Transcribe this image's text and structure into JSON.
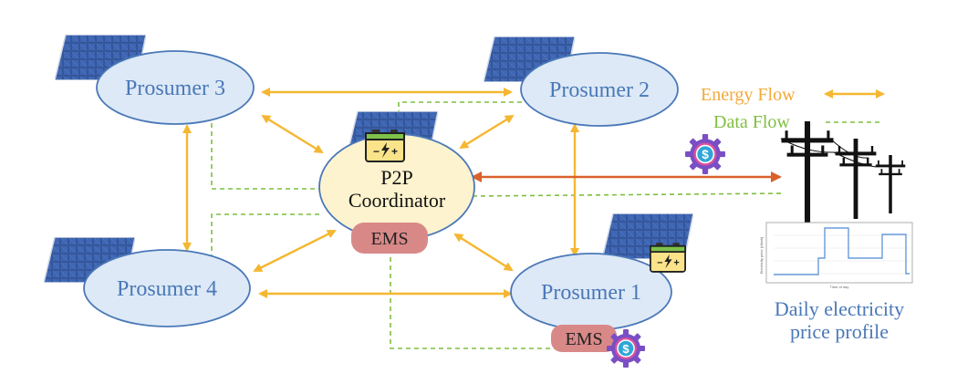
{
  "nodes": {
    "prosumer1": "Prosumer 1",
    "prosumer2": "Prosumer 2",
    "prosumer3": "Prosumer 3",
    "prosumer4": "Prosumer 4",
    "coordinator_line1": "P2P",
    "coordinator_line2": "Coordinator",
    "ems": "EMS"
  },
  "legend": {
    "energy_flow": "Energy Flow",
    "data_flow": "Data Flow"
  },
  "price_profile": {
    "caption_line1": "Daily electricity",
    "caption_line2": "price profile",
    "ylabel": "Electricity price [c/kwh]",
    "xlabel": "Time of day"
  },
  "colors": {
    "energy_flow": "#f5b731",
    "data_flow": "#7fbf3f",
    "grid_flow": "#d9622b",
    "node_fill": "#dde9f6",
    "node_stroke": "#4a78b8",
    "coordinator_fill": "#fdf3cf",
    "ems_fill": "#d98888"
  },
  "icons": [
    "solar-panel-icon",
    "battery-icon",
    "dollar-gear-icon",
    "power-line-tower-icon"
  ]
}
